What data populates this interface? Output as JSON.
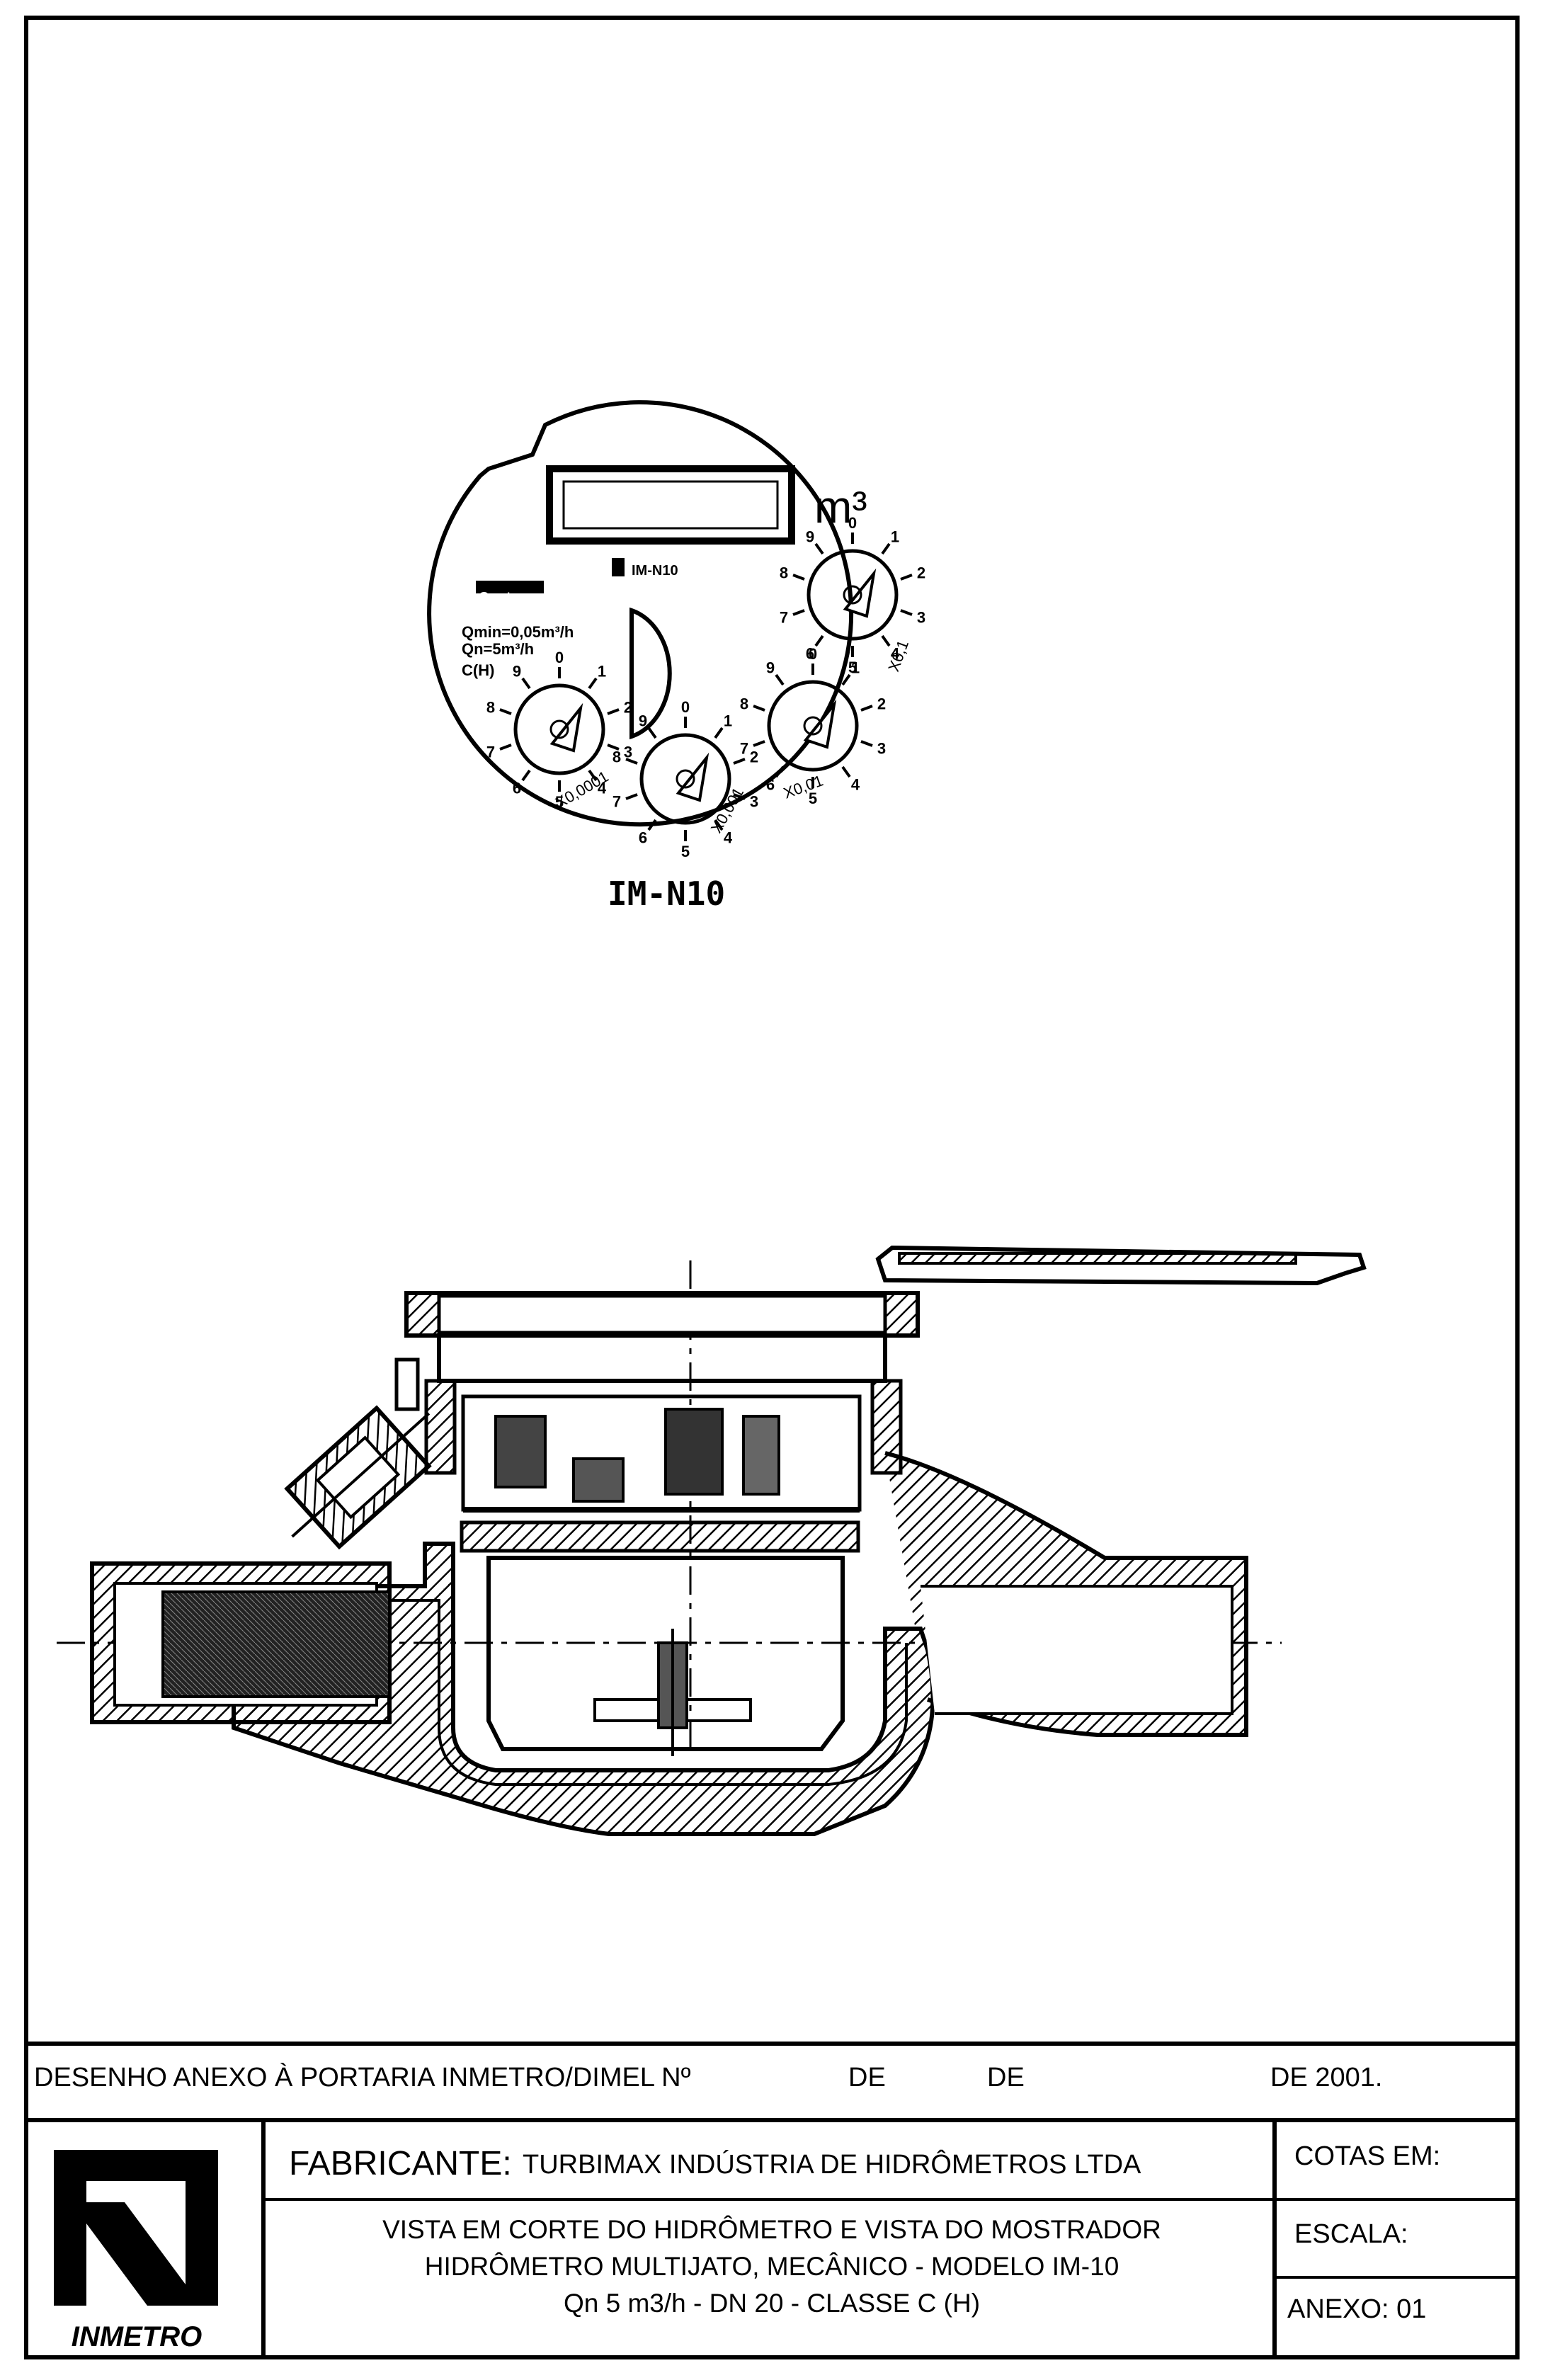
{
  "dial": {
    "unit": "m³",
    "caption": "IM-N10",
    "model_mark": "IM-N10",
    "brand": "Contromatic",
    "spec_line1": "Qmin=0,05m³/h",
    "spec_line2": "Qn=5m³/h",
    "spec_line3": "C(H)",
    "multipliers": [
      "X0,0001",
      "X0,001",
      "X0,01",
      "X0,1"
    ],
    "digits": [
      "0",
      "1",
      "2",
      "3",
      "4",
      "5",
      "6",
      "7",
      "8",
      "9"
    ]
  },
  "title_block": {
    "declaration": "DESENHO ANEXO À PORTARIA INMETRO/DIMEL Nº",
    "de_1": "DE",
    "de_2": "DE",
    "de_year": "DE 2001.",
    "fabricante_label": "FABRICANTE:",
    "fabricante_value": "TURBIMAX INDÚSTRIA DE HIDRÔMETROS LTDA",
    "cotas_label": "COTAS EM:",
    "escala_label": "ESCALA:",
    "anexo_label": "ANEXO: 01",
    "description_line1": "VISTA EM CORTE DO HIDRÔMETRO E VISTA DO MOSTRADOR",
    "description_line2": "HIDRÔMETRO MULTIJATO, MECÂNICO - MODELO IM-10",
    "description_line3": "Qn 5 m3/h - DN 20 - CLASSE C (H)",
    "logo_text": "INMETRO"
  }
}
